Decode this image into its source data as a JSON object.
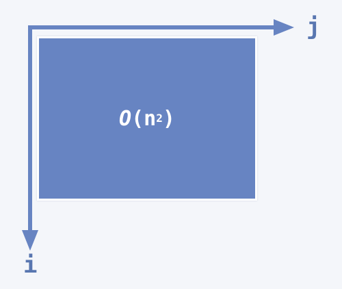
{
  "diagram": {
    "complexity_label": {
      "symbol": "O",
      "open": "(n",
      "exponent": "2",
      "close": ")"
    },
    "axis_j": "j",
    "axis_i": "i"
  },
  "colors": {
    "background": "#f4f6fa",
    "box_fill": "#6784c2",
    "axis": "#5876b0",
    "label_text": "#ffffff"
  }
}
